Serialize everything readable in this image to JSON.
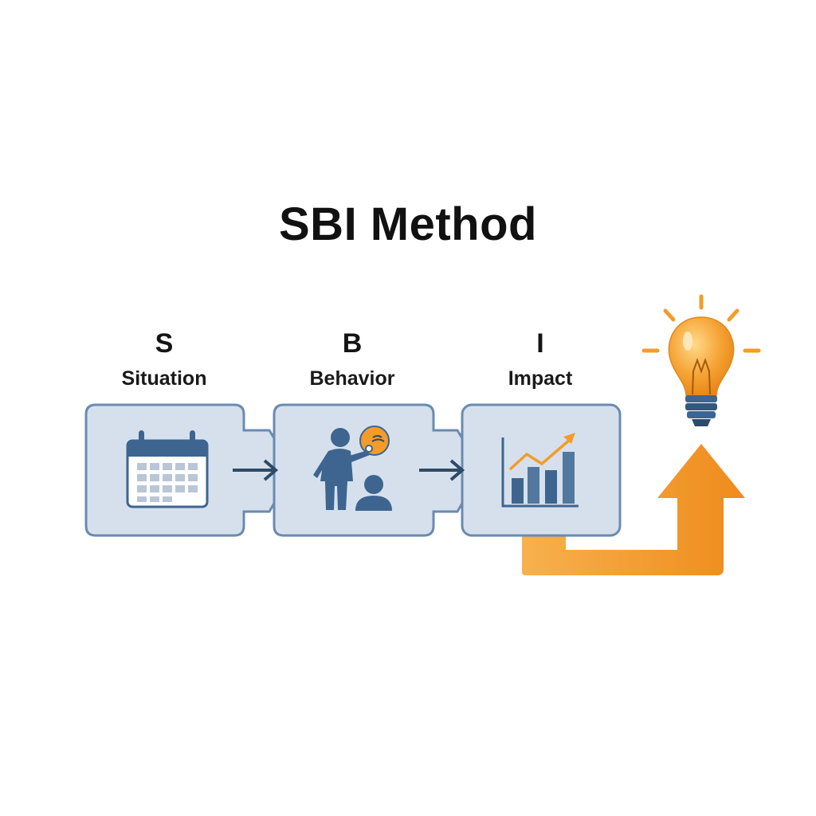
{
  "title": "SBI Method",
  "steps": [
    {
      "letter": "S",
      "name": "Situation",
      "icon": "calendar-icon"
    },
    {
      "letter": "B",
      "name": "Behavior",
      "icon": "person-giving-feedback-icon"
    },
    {
      "letter": "I",
      "name": "Impact",
      "icon": "growth-chart-icon"
    }
  ],
  "outcome": {
    "icon": "lightbulb-icon"
  },
  "colors": {
    "box_fill": "#d6e0ec",
    "box_stroke": "#6a8bb0",
    "icon_blue": "#3d6590",
    "arrow_dark": "#2e4a66",
    "accent_orange": "#f39c2a"
  }
}
